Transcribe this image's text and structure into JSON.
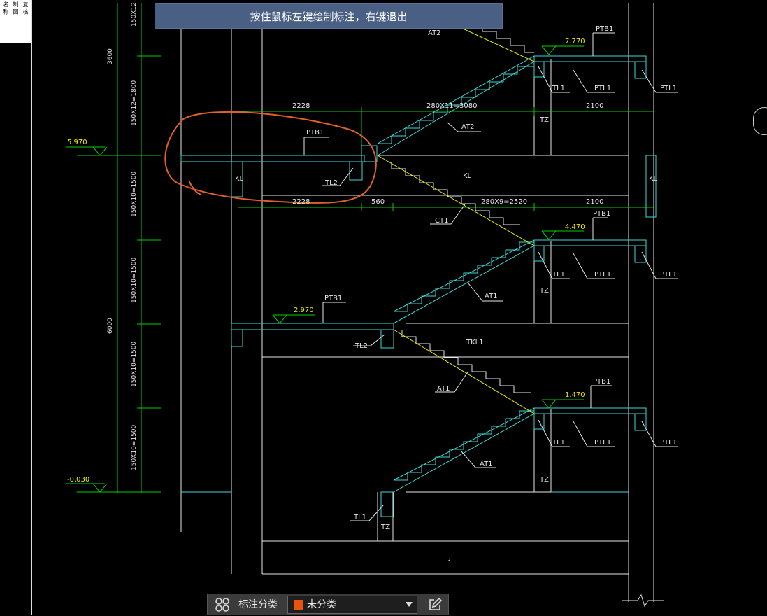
{
  "hint_banner": {
    "text": "按住鼠标左键绘制标注，右键退出"
  },
  "title_block": {
    "col1": "名 称",
    "col2": "制 图",
    "col3": "复 核"
  },
  "toolbar": {
    "category_label": "标注分类",
    "category_value": "未分类",
    "category_color": "#e8540e",
    "icon_layout": "grid-icon",
    "icon_edit": "edit-icon"
  },
  "colors": {
    "accent_markup": "#e0622a",
    "dimension_green": "#00d000",
    "concrete_cyan": "#3fd6d6",
    "elevation_yellow": "#e8e800",
    "banner": "#4a5f84"
  },
  "drawing": {
    "dims_vertical": {
      "d_top": "150X12",
      "d_3600": "3600",
      "d_1800": "150X12=1800",
      "d_1500a": "150X10=1500",
      "d_1500b": "150X10=1500",
      "d_6000": "6000",
      "d_1500c": "150X10=1500",
      "d_1500d": "150X10=1500"
    },
    "elevations": {
      "e1": "5.970",
      "e2": "-0.030",
      "e3": "7.770",
      "e4": "4.470",
      "e5": "2.970",
      "e6": "1.470"
    },
    "dims_horizontal": {
      "h1": "2228",
      "h2": "280X11=3080",
      "h3": "2100",
      "h4": "2228",
      "h5": "560",
      "h6": "280X9=2520",
      "h7": "2100"
    },
    "labels": {
      "at2_top": "AT2",
      "ptb1_top": "PTB1",
      "tl1_a": "TL1",
      "ptl1_a": "PTL1",
      "ptl1_b": "PTL1",
      "at2_mid": "AT2",
      "tz_a": "TZ",
      "ptb1_a": "PTB1",
      "tl2_a": "TL2",
      "kl_left": "KL",
      "kl_mid": "KL",
      "kl_right": "KL",
      "ct1": "CT1",
      "ptb1_b": "PTB1",
      "tl1_b": "TL1",
      "ptl1_c": "PTL1",
      "ptl1_d": "PTL1",
      "tz_b": "TZ",
      "at1_a": "AT1",
      "ptb1_c": "PTB1",
      "tl2_b": "TL2",
      "tkl1": "TKL1",
      "at1_b": "AT1",
      "ptb1_d": "PTB1",
      "tl1_c": "TL1",
      "ptl1_e": "PTL1",
      "ptl1_f": "PTL1",
      "at1_c": "AT1",
      "tz_c": "TZ",
      "tl1_d": "TL1",
      "tz_d": "TZ",
      "jl": "JL"
    }
  }
}
